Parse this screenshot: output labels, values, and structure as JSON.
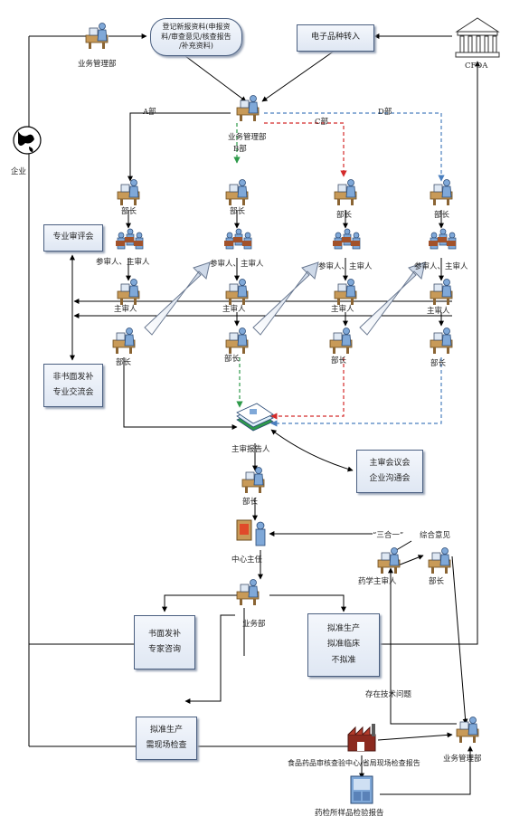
{
  "enterprise": "企业",
  "cfda": "CFDA",
  "biz_mgmt_top": "业务管理部",
  "reg_bubble": [
    "登记新报资料(申报资",
    "料/审查意见/核查报告",
    "/补充资料)"
  ],
  "e_transfer": "电子品种转入",
  "biz_mgmt_center": "业务管理部",
  "depts": {
    "a": "A部",
    "b": "B部",
    "c": "C部",
    "d": "D部"
  },
  "bureau_chief": "部长",
  "participating_reviewer": "参审人",
  "main_reviewer": "主审人",
  "expert_committee": "专业审评会",
  "non_written": [
    "非书面发补",
    "专业交流会"
  ],
  "main_report": "主审报告人",
  "main_meeting": [
    "主审会议会",
    "企业沟通会"
  ],
  "center_director": "中心主任",
  "three_in_one": "“三合一”",
  "comprehensive": "综合意见",
  "pharm_reviewer": "药学主审人",
  "biz_dept": "业务部",
  "written_supp": [
    "书面发补",
    "专家咨询"
  ],
  "approve_box": [
    "拟准生产",
    "拟准临床",
    "不拟准"
  ],
  "tech_issue": "存在技术问题",
  "onsite_box": [
    "拟准生产",
    "需现场检查"
  ],
  "biz_mgmt_bottom": "业务管理部",
  "inspect_center": "食品药品审核查验中心/省局现场检查报告",
  "lab_report": "药检所样品检验报告",
  "colors": {
    "line": "#000000",
    "green": "#2e9a4a",
    "red": "#d42a2a",
    "blue": "#4a7fbf",
    "box_border": "#4a5f80"
  }
}
